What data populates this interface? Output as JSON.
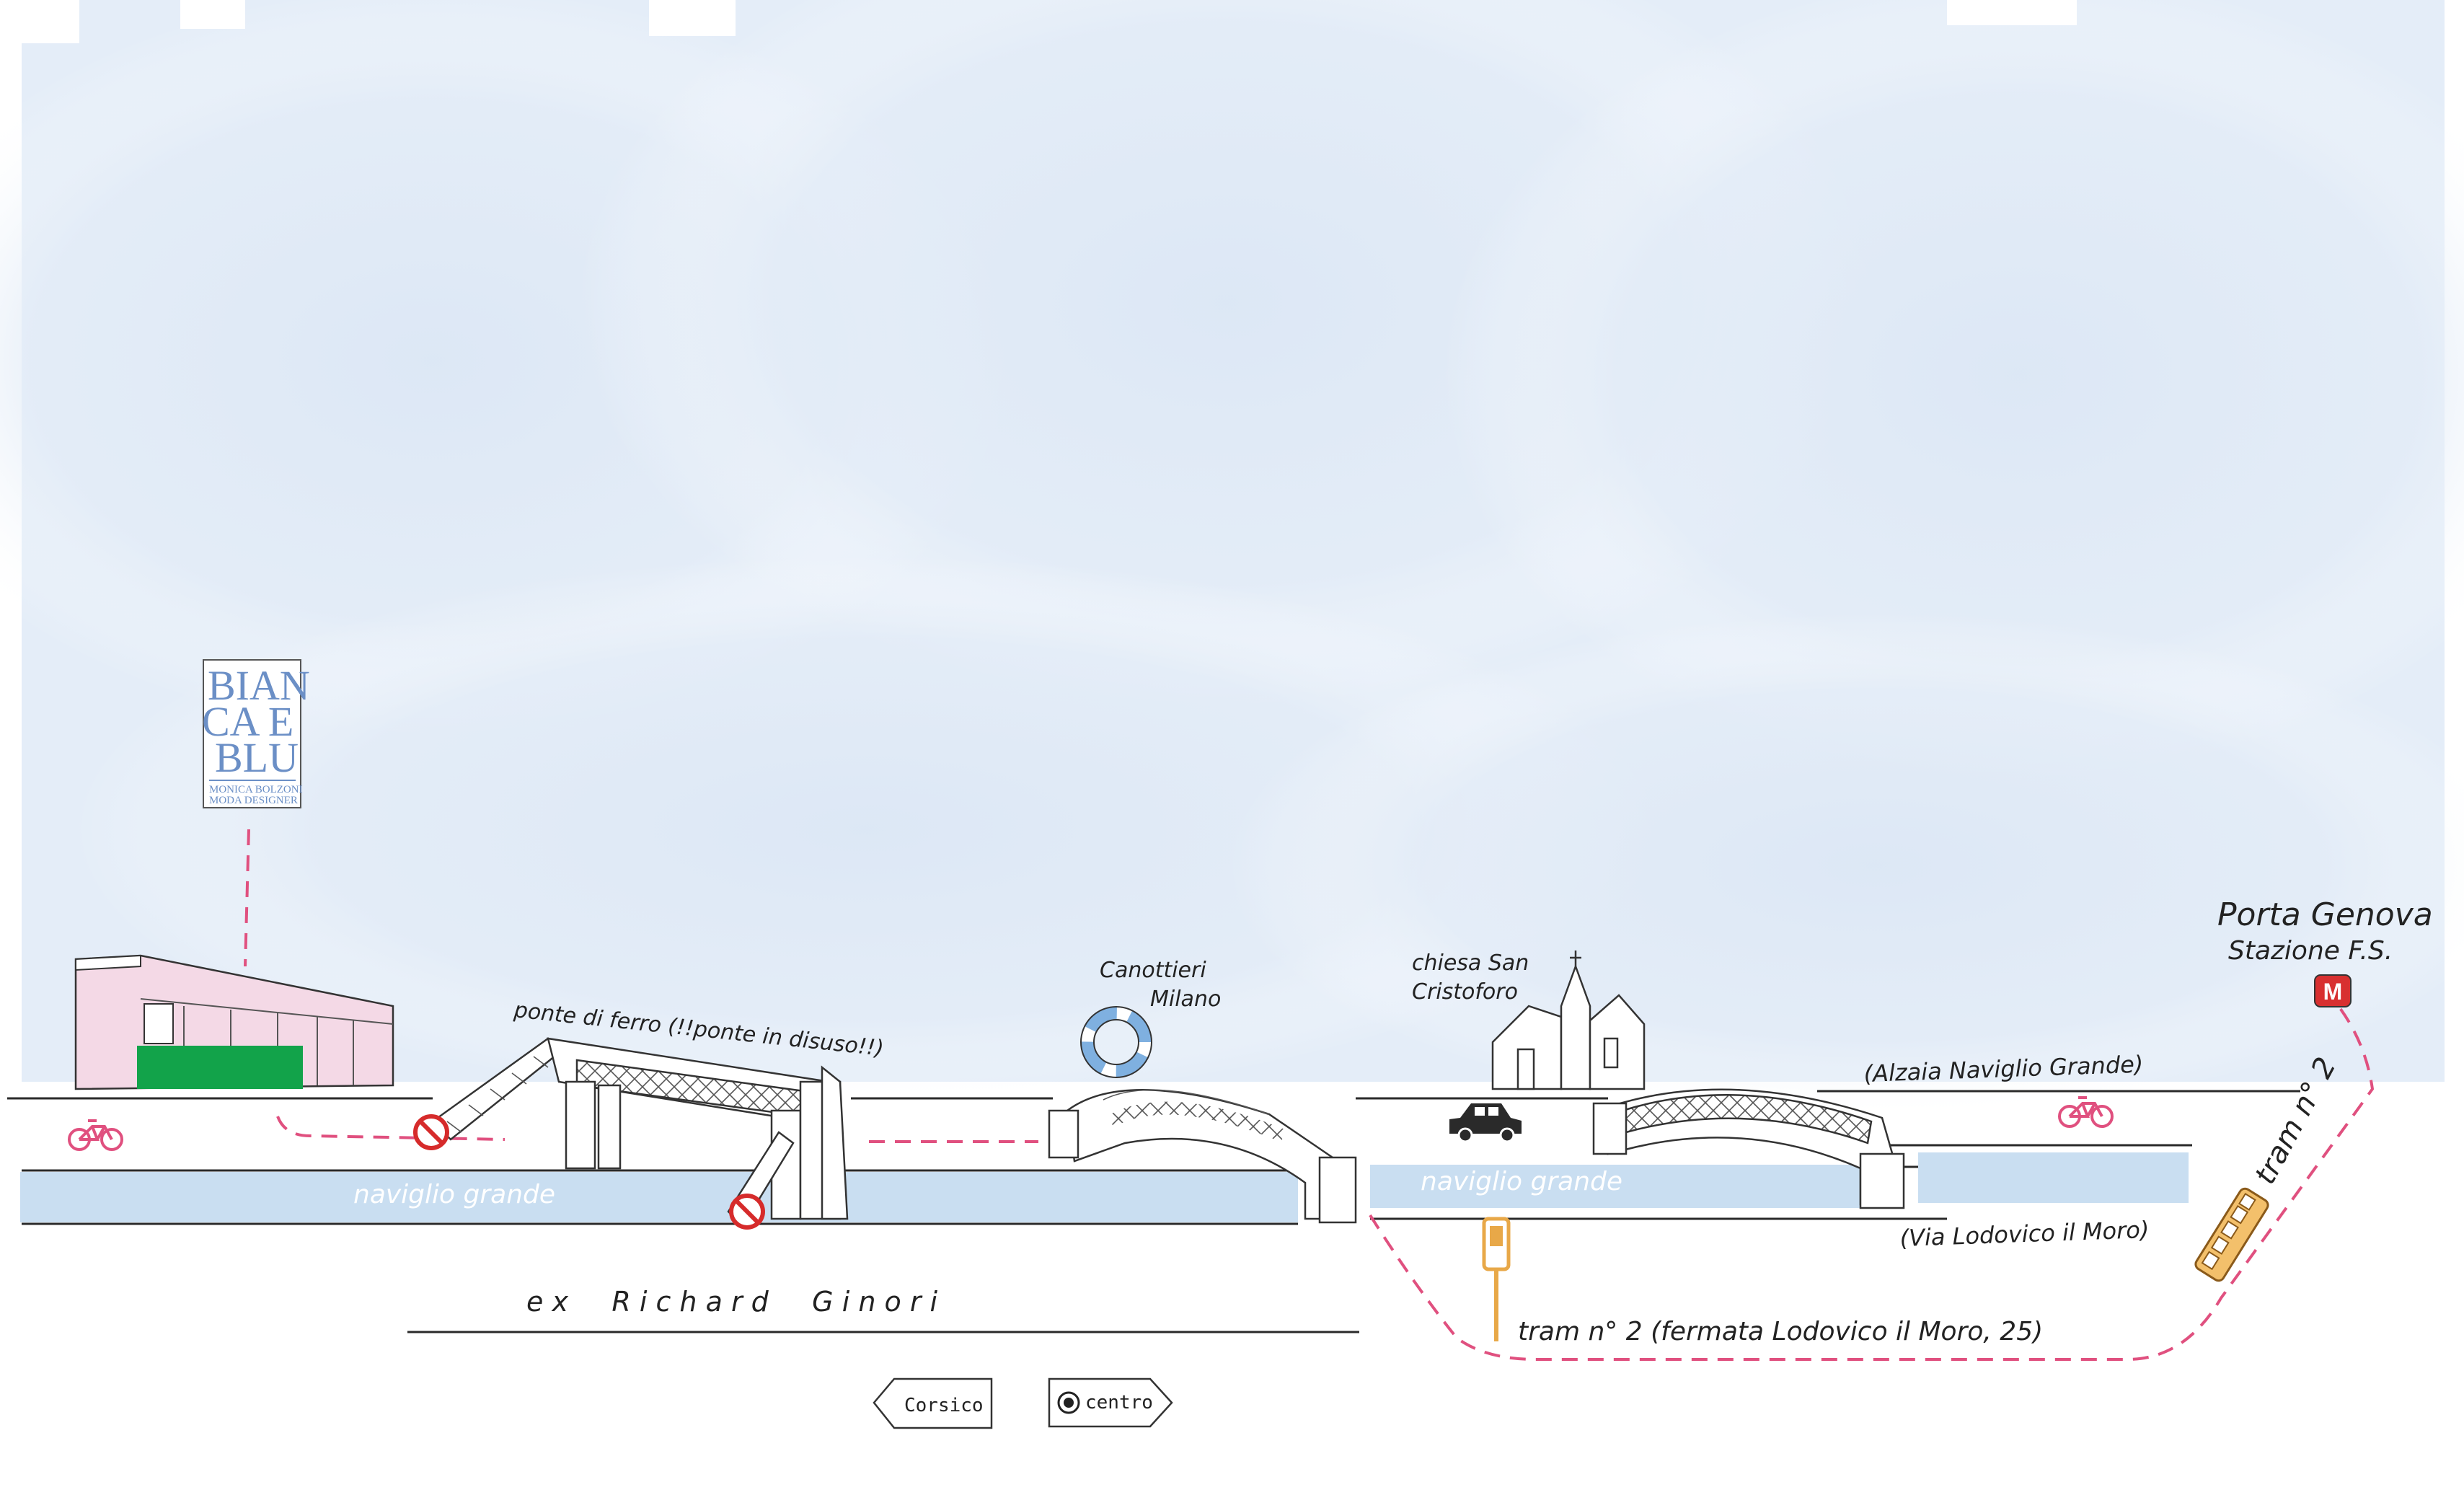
{
  "colors": {
    "sky": "#dde8f5",
    "canal": "#c9def1",
    "route_pink": "#e0507f",
    "building_pink": "#f4d9e6",
    "building_green": "#12a34a",
    "metro_red": "#d83030",
    "tram_orange": "#e8a848",
    "ink": "#2a2a2a"
  },
  "logo": {
    "line1": "BIAN",
    "line2": "CA E",
    "line3": "BLU",
    "sub1": "MONICA BOLZONI",
    "sub2": "MODA DESIGNER"
  },
  "labels": {
    "ponte_di_ferro": "ponte di ferro (!!ponte in disuso!!)",
    "canottieri_1": "Canottieri",
    "canottieri_2": "Milano",
    "chiesa_1": "chiesa San",
    "chiesa_2": "Cristoforo",
    "alzaia": "(Alzaia Naviglio Grande)",
    "via_lodovico": "(Via Lodovico il Moro)",
    "porta_genova_1": "Porta Genova",
    "porta_genova_2": "Stazione F.S.",
    "metro": "M",
    "tram_vertical": "tram n° 2",
    "tram_stop": "tram n° 2 (fermata Lodovico il Moro, 25)",
    "ex_richard": "e x     R i c h a r d     G i n o r i",
    "canal_1": "naviglio grande",
    "canal_2": "naviglio grande"
  },
  "nav": {
    "corsico": "Corsico",
    "centro": "centro"
  },
  "icons": [
    "bicycle-icon",
    "no-entry-icon",
    "life-ring-icon",
    "car-icon",
    "tram-stop-icon",
    "tram-icon",
    "metro-icon",
    "target-icon"
  ]
}
